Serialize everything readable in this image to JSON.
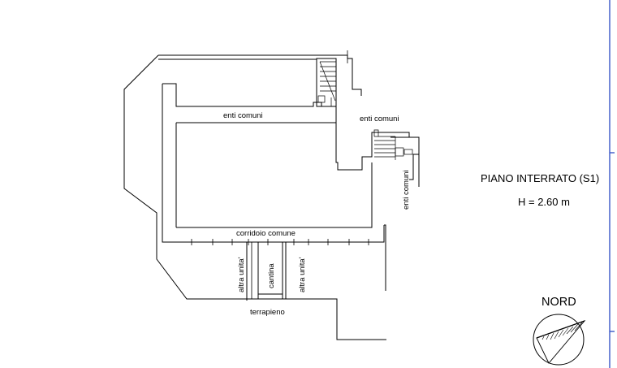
{
  "plan": {
    "title": "PIANO INTERRATO (S1)",
    "height_label": "H = 2.60 m",
    "rooms": {
      "enti_comuni_top": "enti comuni",
      "enti_comuni_right": "enti comuni",
      "enti_comuni_vertical": "enti comuni",
      "corridoio": "corridoio comune",
      "altra_unita_left": "altra unita'",
      "cantina": "cantina",
      "altra_unita_right": "altra unita'",
      "terrapieno": "terrapieno"
    },
    "north_label": "NORD"
  },
  "colors": {
    "lines": "#000000",
    "frame_edge": "#3a57c8"
  }
}
